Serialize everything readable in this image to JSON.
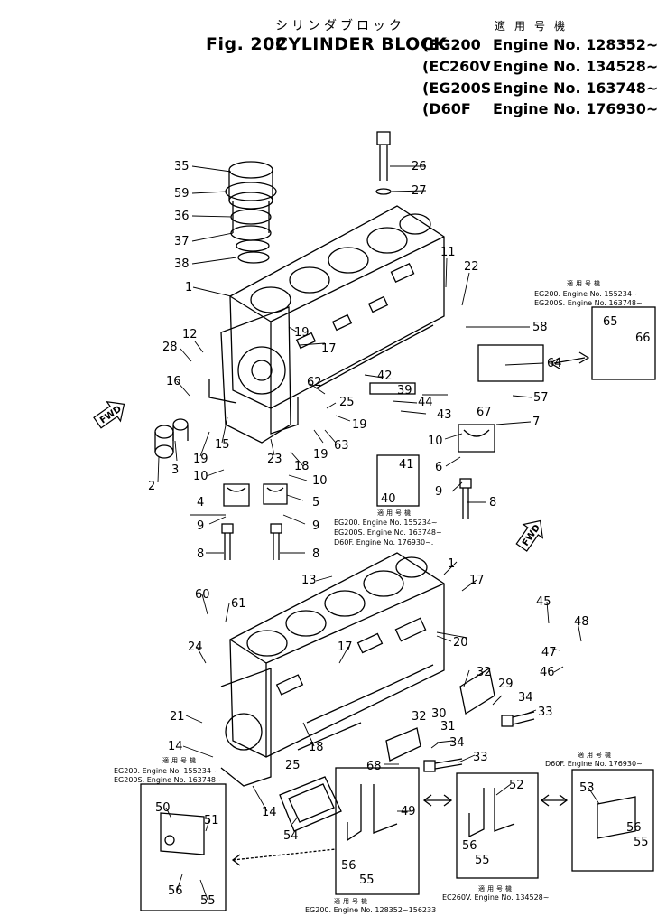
{
  "header": {
    "japanese_title": "シリンダブロック",
    "figure_number": "Fig. 202",
    "figure_title": "CYLINDER BLOCK",
    "applicability_title": "適用号機",
    "applicability": [
      {
        "model": "(EG200",
        "engine": "Engine No. 128352~)"
      },
      {
        "model": "(EC260V",
        "engine": "Engine No. 134528~)"
      },
      {
        "model": "(EG200S",
        "engine": "Engine No. 163748~)"
      },
      {
        "model": "(D60F",
        "engine": "Engine No. 176930~)"
      }
    ]
  },
  "fwd_marker": "FWD",
  "notes": {
    "note_65_66": {
      "title": "適用号機",
      "lines": [
        "EG200.   Engine No. 155234~",
        "EG200S.  Engine No. 163748~"
      ]
    },
    "note_40_41": {
      "title": "適用号機",
      "lines": [
        "EG200.   Engine No. 155234~",
        "EG200S.  Engine No. 163748~",
        "D60F.    Engine No. 176930~."
      ]
    },
    "note_50_51": {
      "title": "適用号機",
      "lines": [
        "EG200.   Engine No. 155234~",
        "EG200S.  Engine No. 163748~"
      ]
    },
    "note_49": {
      "title": "適用号機",
      "lines": [
        "EG200.  Engine No. 128352~156233"
      ]
    },
    "note_52": {
      "title": "適用号機",
      "lines": [
        "EC260V.  Engine No. 134528~"
      ]
    },
    "note_53": {
      "title": "適用号機",
      "lines": [
        "D60F.  Engine No. 176930~"
      ]
    }
  },
  "part_labels": {
    "p1a": "1",
    "p1b": "1",
    "p2": "2",
    "p3": "3",
    "p4": "4",
    "p5": "5",
    "p6": "6",
    "p7": "7",
    "p8a": "8",
    "p8b": "8",
    "p8c": "8",
    "p9a": "9",
    "p9b": "9",
    "p9c": "9",
    "p10a": "10",
    "p10b": "10",
    "p10c": "10",
    "p11": "11",
    "p12": "12",
    "p13": "13",
    "p14a": "14",
    "p14b": "14",
    "p15": "15",
    "p16": "16",
    "p17a": "17",
    "p17b": "17",
    "p17c": "17",
    "p18a": "18",
    "p18b": "18",
    "p19a": "19",
    "p19b": "19",
    "p19c": "19",
    "p19d": "19",
    "p20": "20",
    "p21": "21",
    "p22": "22",
    "p23": "23",
    "p24": "24",
    "p25a": "25",
    "p25b": "25",
    "p26": "26",
    "p27": "27",
    "p28": "28",
    "p29": "29",
    "p30": "30",
    "p31": "31",
    "p32a": "32",
    "p32b": "32",
    "p33a": "33",
    "p33b": "33",
    "p34a": "34",
    "p34b": "34",
    "p35": "35",
    "p36": "36",
    "p37": "37",
    "p38": "38",
    "p39": "39",
    "p40": "40",
    "p41": "41",
    "p42": "42",
    "p43": "43",
    "p44": "44",
    "p45": "45",
    "p46": "46",
    "p47": "47",
    "p48": "48",
    "p49": "49",
    "p50": "50",
    "p51": "51",
    "p52": "52",
    "p53": "53",
    "p54": "54",
    "p55a": "55",
    "p55b": "55",
    "p55c": "55",
    "p55d": "55",
    "p56a": "56",
    "p56b": "56",
    "p56c": "56",
    "p56d": "56",
    "p57": "57",
    "p58": "58",
    "p59": "59",
    "p60": "60",
    "p61": "61",
    "p62": "62",
    "p63": "63",
    "p64": "64",
    "p65": "65",
    "p66": "66",
    "p67": "67",
    "p68": "68"
  }
}
